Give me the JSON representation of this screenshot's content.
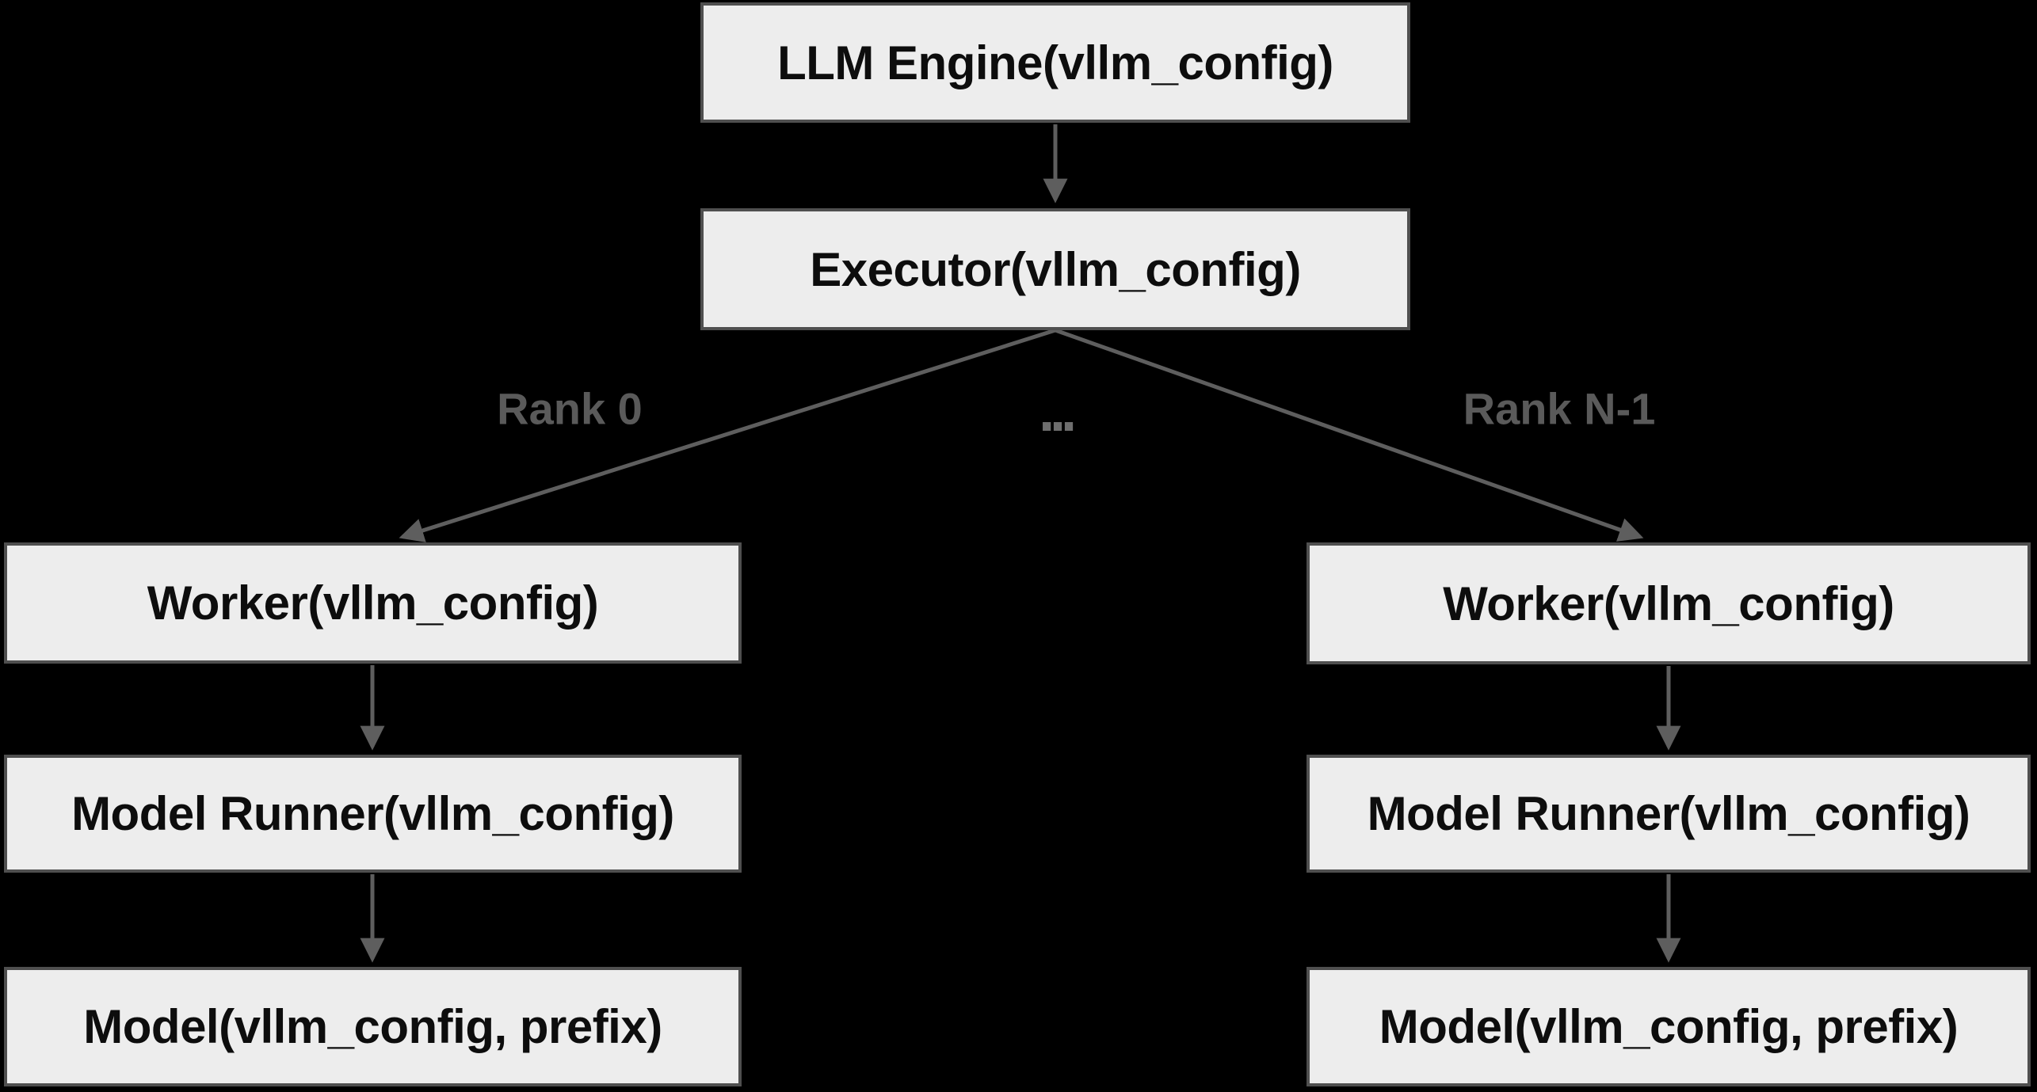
{
  "diagram": {
    "colors": {
      "background": "#000000",
      "node_fill": "#EDEDED",
      "node_border": "#4F4F4F",
      "node_text": "#0D0D0D",
      "edge": "#5E5E5E",
      "edge_label": "#5A5A5A"
    },
    "nodes": [
      {
        "id": "llm-engine",
        "label": "LLM Engine(vllm_config)"
      },
      {
        "id": "executor",
        "label": "Executor(vllm_config)"
      },
      {
        "id": "worker-rank-0",
        "label": "Worker(vllm_config)"
      },
      {
        "id": "model-runner-rank-0",
        "label": "Model Runner(vllm_config)"
      },
      {
        "id": "model-rank-0",
        "label": "Model(vllm_config, prefix)"
      },
      {
        "id": "worker-rank-n-1",
        "label": "Worker(vllm_config)"
      },
      {
        "id": "model-runner-rank-n-1",
        "label": "Model Runner(vllm_config)"
      },
      {
        "id": "model-rank-n-1",
        "label": "Model(vllm_config, prefix)"
      }
    ],
    "edge_labels": {
      "rank_first": "Rank 0",
      "ellipsis": "...",
      "rank_last": "Rank N-1"
    },
    "edges": [
      {
        "from": "llm-engine",
        "to": "executor"
      },
      {
        "from": "executor",
        "to": "worker-rank-0",
        "label": "Rank 0"
      },
      {
        "from": "executor",
        "to": "worker-rank-n-1",
        "label": "Rank N-1"
      },
      {
        "from": "worker-rank-0",
        "to": "model-runner-rank-0"
      },
      {
        "from": "model-runner-rank-0",
        "to": "model-rank-0"
      },
      {
        "from": "worker-rank-n-1",
        "to": "model-runner-rank-n-1"
      },
      {
        "from": "model-runner-rank-n-1",
        "to": "model-rank-n-1"
      }
    ]
  }
}
